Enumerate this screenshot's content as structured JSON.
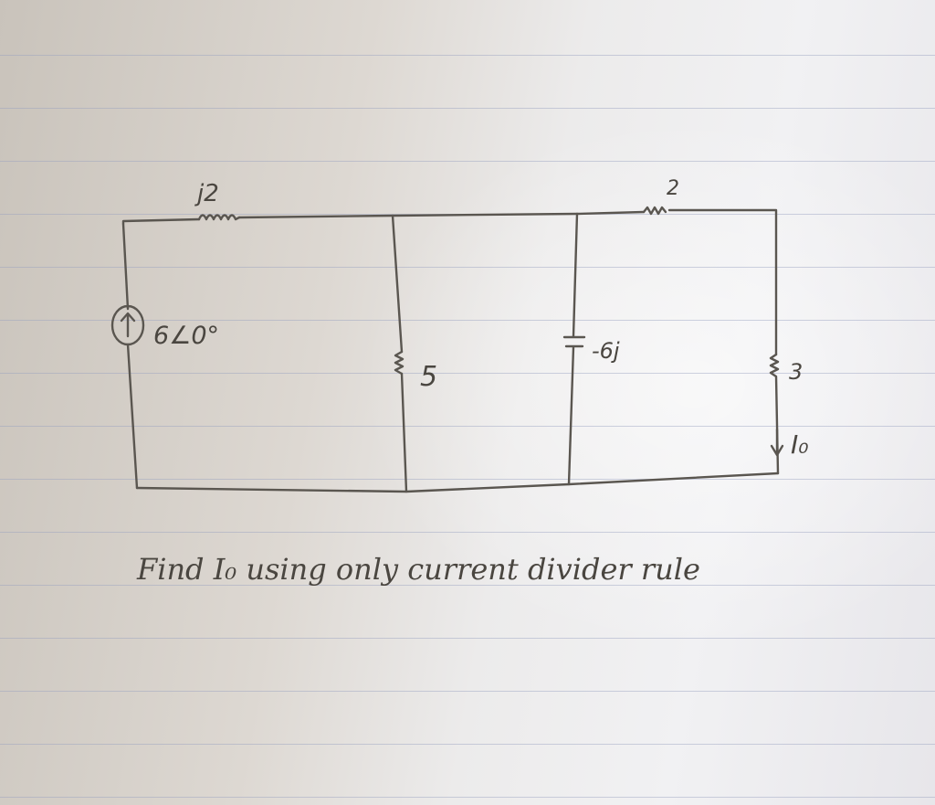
{
  "labels": {
    "inductor": "j2",
    "source": "6∠0°",
    "resistor_5": "5",
    "capacitor": "-6j",
    "resistor_2": "2",
    "resistor_3": "3",
    "current": "I₀"
  },
  "caption": "Find I₀ using only current divider rule"
}
